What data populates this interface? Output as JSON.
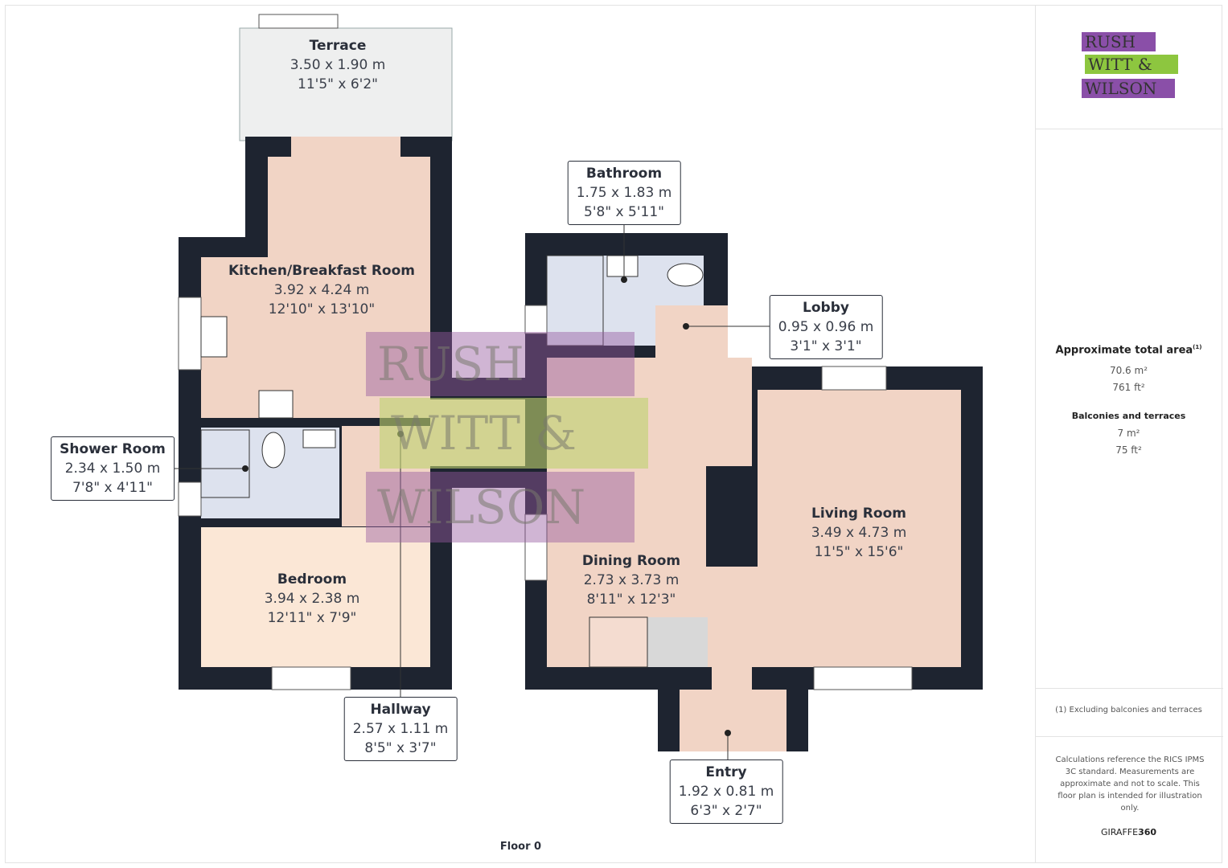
{
  "floor_label": "Floor 0",
  "brand": {
    "logo_lines": [
      "RUSH",
      "WITT &",
      "WILSON"
    ],
    "colors": {
      "purple": "#8a4fa8",
      "green": "#8dc63f"
    }
  },
  "rooms": {
    "terrace": {
      "name": "Terrace",
      "metric": "3.50 x 1.90 m",
      "imperial": "11'5\" x 6'2\""
    },
    "kitchen": {
      "name": "Kitchen/Breakfast Room",
      "metric": "3.92 x 4.24 m",
      "imperial": "12'10\" x 13'10\""
    },
    "bathroom": {
      "name": "Bathroom",
      "metric": "1.75 x 1.83 m",
      "imperial": "5'8\" x 5'11\""
    },
    "lobby": {
      "name": "Lobby",
      "metric": "0.95 x 0.96 m",
      "imperial": "3'1\" x 3'1\""
    },
    "shower": {
      "name": "Shower Room",
      "metric": "2.34 x 1.50 m",
      "imperial": "7'8\" x 4'11\""
    },
    "dining": {
      "name": "Dining Room",
      "metric": "2.73 x 3.73 m",
      "imperial": "8'11\" x 12'3\""
    },
    "living": {
      "name": "Living Room",
      "metric": "3.49 x 4.73 m",
      "imperial": "11'5\" x 15'6\""
    },
    "bedroom": {
      "name": "Bedroom",
      "metric": "3.94 x 2.38 m",
      "imperial": "12'11\" x 7'9\""
    },
    "hallway": {
      "name": "Hallway",
      "metric": "2.57 x 1.11 m",
      "imperial": "8'5\" x 3'7\""
    },
    "entry": {
      "name": "Entry",
      "metric": "1.92 x 0.81 m",
      "imperial": "6'3\" x 2'7\""
    }
  },
  "panel": {
    "total_area_title": "Approximate total area",
    "total_area_note": "(1)",
    "total_m2": "70.6 m²",
    "total_ft2": "761 ft²",
    "balconies_title": "Balconies and terraces",
    "balconies_m2": "7 m²",
    "balconies_ft2": "75 ft²",
    "footnote": "(1) Excluding balconies and terraces",
    "disclaimer": "Calculations reference the RICS IPMS 3C standard. Measurements are approximate and not to scale. This floor plan is intended for illustration only.",
    "credit_a": "GIRAFFE",
    "credit_b": "360"
  }
}
